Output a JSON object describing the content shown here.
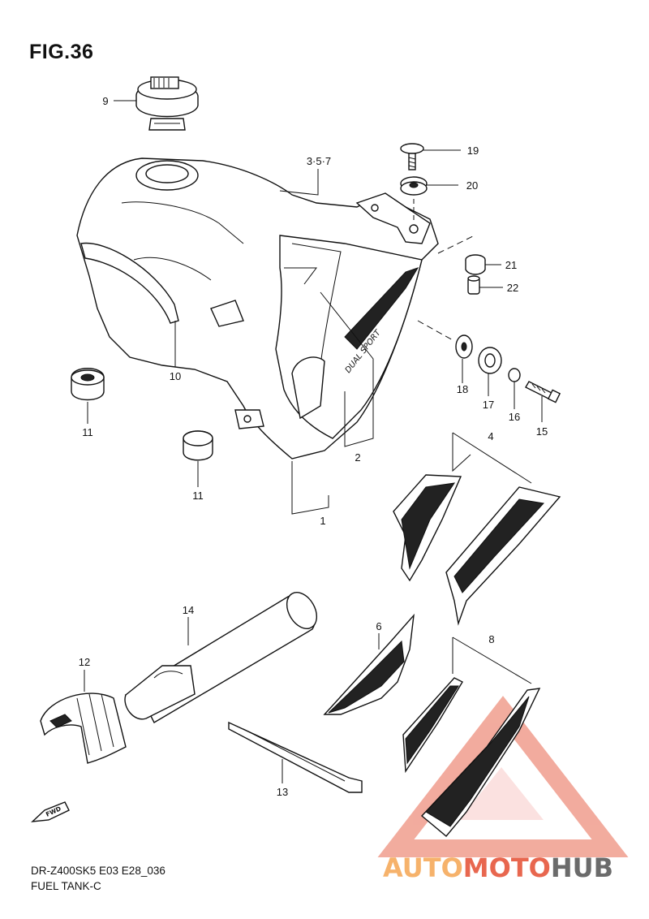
{
  "header": {
    "title": "FIG.36"
  },
  "footer": {
    "model_code": "DR-Z400SK5 E03 E28_036",
    "section_name": "FUEL TANK-C"
  },
  "callouts": {
    "c1": "1",
    "c2": "2",
    "c357": "3·5·7",
    "c4": "4",
    "c6": "6",
    "c8": "8",
    "c9": "9",
    "c10": "10",
    "c11a": "11",
    "c11b": "11",
    "c12": "12",
    "c13": "13",
    "c14": "14",
    "c15": "15",
    "c16": "16",
    "c17": "17",
    "c18": "18",
    "c19": "19",
    "c20": "20",
    "c21": "21",
    "c22": "22"
  },
  "tank_logo": "DUAL SPORT",
  "fwd_arrow": "FWD",
  "watermark": {
    "part1": "AUTO",
    "part2": "MOTO",
    "part3": "HUB",
    "colors": {
      "orange": "#f6b26b",
      "red": "#e8674f",
      "gray": "#6b6b6b"
    }
  }
}
